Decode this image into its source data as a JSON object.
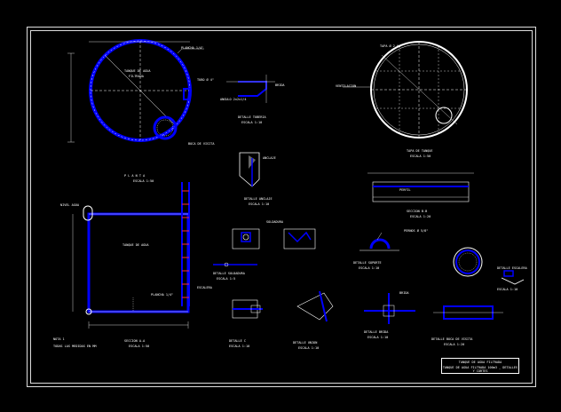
{
  "drawing": {
    "title_line1": "TANQUE DE AGUA FILTRADA",
    "title_line2": "TANQUE DE AGUA FILTRADA 100m3 _ DETALLES Y CORTES"
  },
  "views": {
    "plan_main": {
      "label": "P L A N T A",
      "sub": "ESCALA 1:50"
    },
    "roof_plan": {
      "label": "TAPA DE TANQUE",
      "sub": "ESCALA 1:50"
    },
    "section_aa": {
      "label": "SECCION A-A",
      "sub": "ESCALA 1:50"
    },
    "section_bb": {
      "label": "SECCION B-B",
      "sub": "ESCALA 1:20"
    },
    "detail_pipe": {
      "label": "DETALLE TUBERIA",
      "sub": "ESCALA 1:10"
    },
    "detail_anchor": {
      "label": "DETALLE ANCLAJE",
      "sub": "ESCALA 1:10"
    },
    "detail_weld": {
      "label": "DETALLE SOLDADURA",
      "sub": "ESCALA 1:5"
    },
    "detail_support": {
      "label": "DETALLE SOPORTE",
      "sub": "ESCALA 1:10"
    },
    "detail_c": {
      "label": "DETALLE C",
      "sub": "ESCALA 1:10"
    },
    "detail_join": {
      "label": "DETALLE UNION",
      "sub": "ESCALA 1:10"
    },
    "detail_flange": {
      "label": "DETALLE BRIDA",
      "sub": "ESCALA 1:10"
    },
    "detail_manhole": {
      "label": "DETALLE BOCA DE VISITA",
      "sub": "ESCALA 1:20"
    },
    "detail_ladder": {
      "label": "DETALLE ESCALERA",
      "sub": "ESCALA 1:10"
    }
  },
  "notes": {
    "heading": "NOTA 1",
    "line1": "TODAS LAS MEDIDAS EN MM"
  },
  "annotations": {
    "a1": "TANQUE DE AGUA",
    "a2": "FILTRADA",
    "a3": "TAPA Ø 2.00",
    "a4": "PLANCHA 1/4\"",
    "a5": "BOCA DE VISITA",
    "a6": "TUBO Ø 4\"",
    "a7": "ANGULO 2x2x1/4",
    "a8": "PERFIL",
    "a9": "BRIDA",
    "a10": "ESCALERA",
    "a11": "VENTILACION",
    "a12": "ANCLAJE",
    "a13": "SOLDADURA",
    "a14": "NIVEL AGUA",
    "a15": "PERNOS Ø 5/8\""
  },
  "colors": {
    "primary_line": "#0000ff",
    "secondary_line": "#ffffff",
    "background": "#000000"
  }
}
